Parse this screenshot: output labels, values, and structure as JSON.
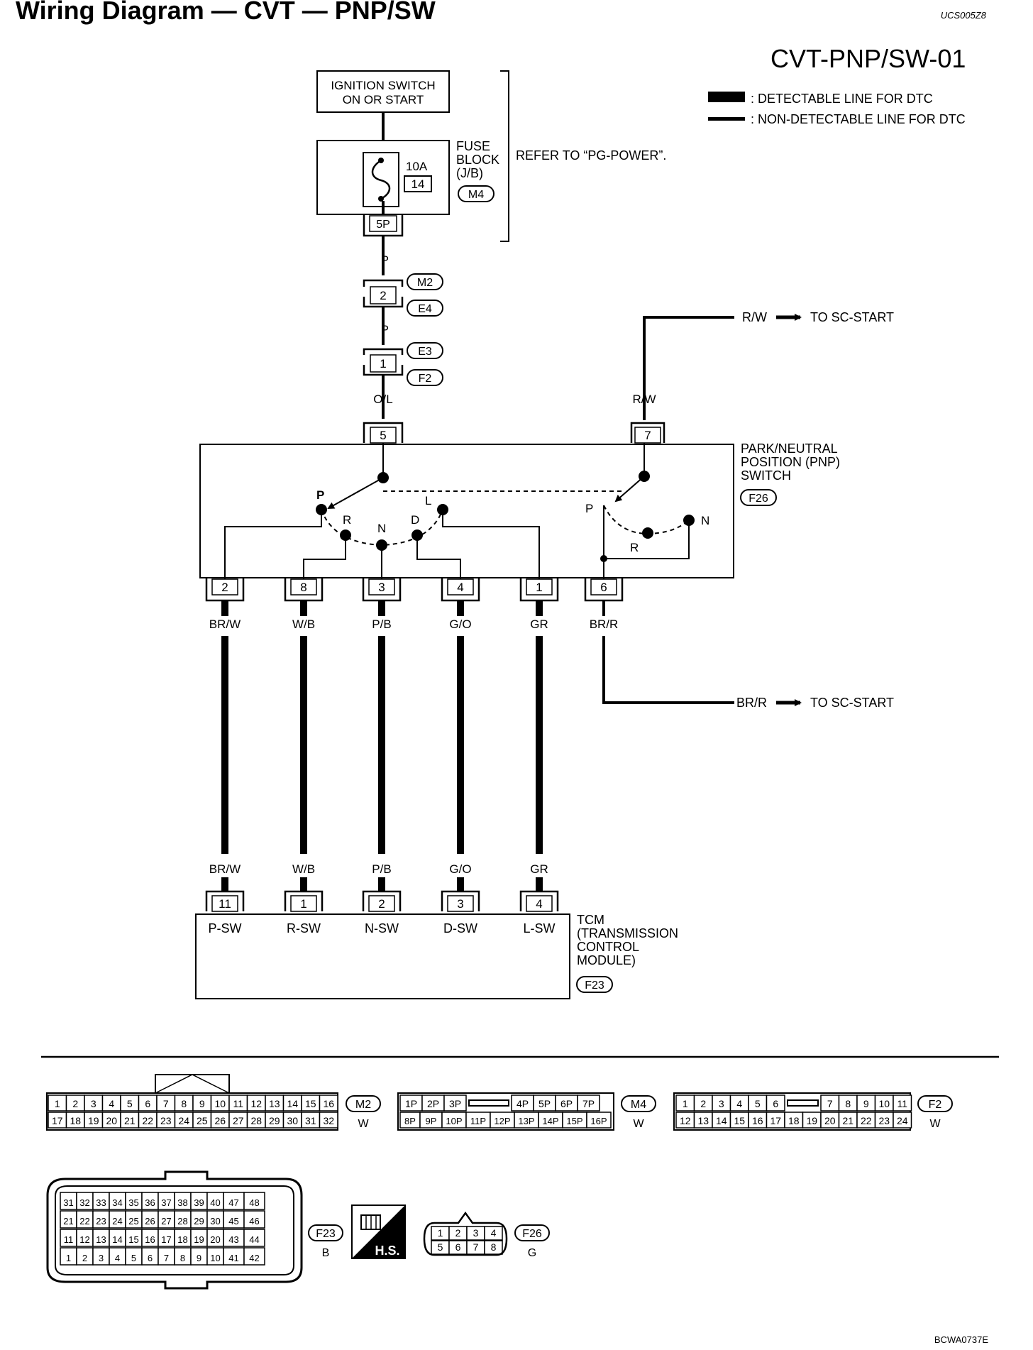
{
  "page": {
    "title": "Wiring Diagram — CVT — PNP/SW",
    "doc_code": "UCS005Z8",
    "figure_code": "BCWA0737E",
    "diagram_id": "CVT-PNP/SW-01"
  },
  "legend": {
    "detectable": ": DETECTABLE LINE FOR DTC",
    "non_detectable": ": NON-DETECTABLE LINE FOR DTC"
  },
  "ignition": {
    "line1": "IGNITION SWITCH",
    "line2": "ON OR START"
  },
  "fuse": {
    "label_lines": [
      "FUSE",
      "BLOCK",
      "(J/B)"
    ],
    "amp": "10A",
    "num": "14",
    "connector": "M4",
    "terminal": "5P",
    "refer": "REFER TO “PG-POWER”."
  },
  "harness": {
    "wire_p1": "P",
    "m2": "M2",
    "e4": "E4",
    "pin_2": "2",
    "wire_p2": "P",
    "e3": "E3",
    "f2": "F2",
    "pin_1": "1",
    "wire_ol": "O/L"
  },
  "sc_start": {
    "rw_wire": "R/W",
    "rw_dest": "TO SC-START",
    "brr_wire": "BR/R",
    "brr_dest": "TO SC-START",
    "rw_label": "R/W"
  },
  "pnp": {
    "name_lines": [
      "PARK/NEUTRAL",
      "POSITION (PNP)",
      "SWITCH"
    ],
    "connector": "F26",
    "top_pins": [
      "5",
      "7"
    ],
    "positions_left": [
      "P",
      "R",
      "N",
      "D",
      "L"
    ],
    "positions_right": [
      "P",
      "R",
      "N"
    ],
    "bottom_pins": [
      "2",
      "8",
      "3",
      "4",
      "1",
      "6"
    ],
    "bottom_wires": [
      "BR/W",
      "W/B",
      "P/B",
      "G/O",
      "GR",
      "BR/R"
    ]
  },
  "tcm": {
    "wires": [
      "BR/W",
      "W/B",
      "P/B",
      "G/O",
      "GR"
    ],
    "pins": [
      "11",
      "1",
      "2",
      "3",
      "4"
    ],
    "terminals": [
      "P-SW",
      "R-SW",
      "N-SW",
      "D-SW",
      "L-SW"
    ],
    "name_lines": [
      "TCM",
      "(TRANSMISSION",
      "CONTROL",
      "MODULE)"
    ],
    "connector": "F23"
  },
  "connectors": {
    "m2": {
      "id": "M2",
      "color": "W",
      "row1": [
        "1",
        "2",
        "3",
        "4",
        "5",
        "6",
        "7",
        "8",
        "9",
        "10",
        "11",
        "12",
        "13",
        "14",
        "15",
        "16"
      ],
      "row2": [
        "17",
        "18",
        "19",
        "20",
        "21",
        "22",
        "23",
        "24",
        "25",
        "26",
        "27",
        "28",
        "29",
        "30",
        "31",
        "32"
      ]
    },
    "m4": {
      "id": "M4",
      "color": "W",
      "row1": [
        "1P",
        "2P",
        "3P",
        "",
        "4P",
        "5P",
        "6P",
        "7P"
      ],
      "row2": [
        "8P",
        "9P",
        "10P",
        "11P",
        "12P",
        "13P",
        "14P",
        "15P",
        "16P"
      ]
    },
    "f2": {
      "id": "F2",
      "color": "W",
      "row1": [
        "1",
        "2",
        "3",
        "4",
        "5",
        "6",
        "",
        "7",
        "8",
        "9",
        "10",
        "11"
      ],
      "row2": [
        "12",
        "13",
        "14",
        "15",
        "16",
        "17",
        "18",
        "19",
        "20",
        "21",
        "22",
        "23",
        "24"
      ]
    },
    "f23": {
      "id": "F23",
      "color": "B",
      "rows": [
        [
          "31",
          "32",
          "33",
          "34",
          "35",
          "36",
          "37",
          "38",
          "39",
          "40",
          "47",
          "48"
        ],
        [
          "21",
          "22",
          "23",
          "24",
          "25",
          "26",
          "27",
          "28",
          "29",
          "30",
          "45",
          "46"
        ],
        [
          "11",
          "12",
          "13",
          "14",
          "15",
          "16",
          "17",
          "18",
          "19",
          "20",
          "43",
          "44"
        ],
        [
          "1",
          "2",
          "3",
          "4",
          "5",
          "6",
          "7",
          "8",
          "9",
          "10",
          "41",
          "42"
        ]
      ]
    },
    "hs": {
      "label": "H.S."
    },
    "f26": {
      "id": "F26",
      "color": "G",
      "row1": [
        "1",
        "2",
        "3",
        "4"
      ],
      "row2": [
        "5",
        "6",
        "7",
        "8"
      ]
    }
  }
}
